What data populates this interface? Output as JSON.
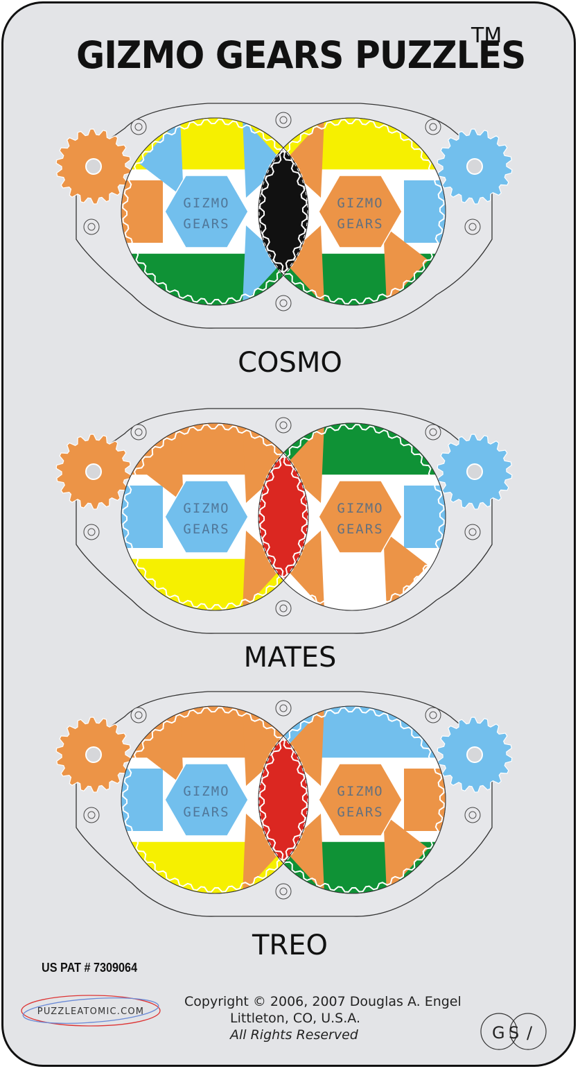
{
  "header": {
    "title": "GIZMO GEARS PUZZLES",
    "trademark": "TM"
  },
  "puzzles": [
    {
      "name": "COSMO",
      "left_disc_label": [
        "GIZMO",
        "GEARS"
      ],
      "right_disc_label": [
        "GIZMO",
        "GEARS"
      ]
    },
    {
      "name": "MATES",
      "left_disc_label": [
        "GIZMO",
        "GEARS"
      ],
      "right_disc_label": [
        "GIZMO",
        "GEARS"
      ]
    },
    {
      "name": "TREO",
      "left_disc_label": [
        "GIZMO",
        "GEARS"
      ],
      "right_disc_label": [
        "GIZMO",
        "GEARS"
      ]
    }
  ],
  "footer": {
    "patent": "US PAT # 7309064",
    "logo_text": "PUZZLEATOMIC.COM",
    "copyright_lines": [
      "Copyright © 2006, 2007 Douglas A. Engel",
      "Littleton, CO, U.S.A.",
      "All Rights Reserved"
    ],
    "gsi_letters": [
      "G",
      "S",
      "/"
    ]
  },
  "colors": {
    "orange": "#ec9447",
    "blue": "#72bfed",
    "yellow": "#f6f000",
    "green": "#0f9236",
    "black": "#111111",
    "red": "#db2721",
    "white": "#ffffff",
    "card": "#e3e4e7"
  },
  "schemes": [
    {
      "left_side_gear": "orange",
      "right_side_gear": "blue",
      "center": "black",
      "left_center": "blue",
      "right_center": "orange",
      "left_tl": "yellow",
      "left_tr": "yellow",
      "left_bl": "green",
      "left_br": "green",
      "right_tl": "yellow",
      "right_tr": "yellow",
      "right_bl": "green",
      "right_br": "green",
      "left_mid": "orange",
      "right_mid": "blue",
      "left_wedge": "blue",
      "right_wedge": "orange"
    },
    {
      "left_side_gear": "orange",
      "right_side_gear": "blue",
      "center": "red",
      "left_center": "blue",
      "right_center": "orange",
      "left_tl": "orange",
      "left_tr": "orange",
      "left_bl": "yellow",
      "left_br": "yellow",
      "right_tl": "green",
      "right_tr": "green",
      "right_bl": "white",
      "right_br": "white",
      "left_mid": "blue",
      "right_mid": "blue",
      "left_wedge": "orange",
      "right_wedge": "orange"
    },
    {
      "left_side_gear": "orange",
      "right_side_gear": "blue",
      "center": "red",
      "left_center": "blue",
      "right_center": "orange",
      "left_tl": "orange",
      "left_tr": "orange",
      "left_bl": "yellow",
      "left_br": "yellow",
      "right_tl": "blue",
      "right_tr": "blue",
      "right_bl": "green",
      "right_br": "green",
      "left_mid": "blue",
      "right_mid": "orange",
      "left_wedge": "orange",
      "right_wedge": "orange"
    }
  ]
}
